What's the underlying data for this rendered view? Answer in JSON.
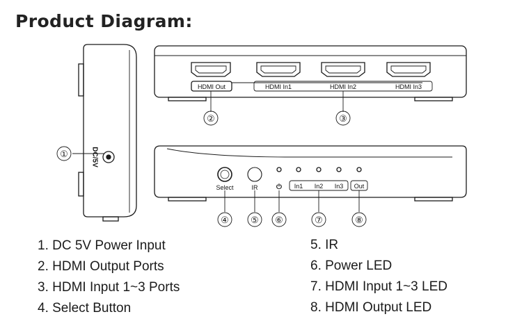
{
  "title": "Product Diagram:",
  "side_view": {
    "dc_label": "DC/5V"
  },
  "top_view": {
    "ports": [
      "HDMI Out",
      "HDMI In1",
      "HDMI In2",
      "HDMI In3"
    ]
  },
  "front_view": {
    "select_label": "Select",
    "ir_label": "IR",
    "power_symbol": "⏻",
    "led_labels": [
      "In1",
      "In2",
      "In3",
      "Out"
    ]
  },
  "callouts": [
    "①",
    "②",
    "③",
    "④",
    "⑤",
    "⑥",
    "⑦",
    "⑧"
  ],
  "legend": {
    "left": [
      "1.  DC 5V Power Input",
      "2.  HDMI Output Ports",
      "3.  HDMI Input 1~3 Ports",
      "4.  Select Button"
    ],
    "right": [
      "5.  IR",
      "6.  Power LED",
      "7.  HDMI Input 1~3 LED",
      "8.  HDMI Output LED"
    ]
  }
}
